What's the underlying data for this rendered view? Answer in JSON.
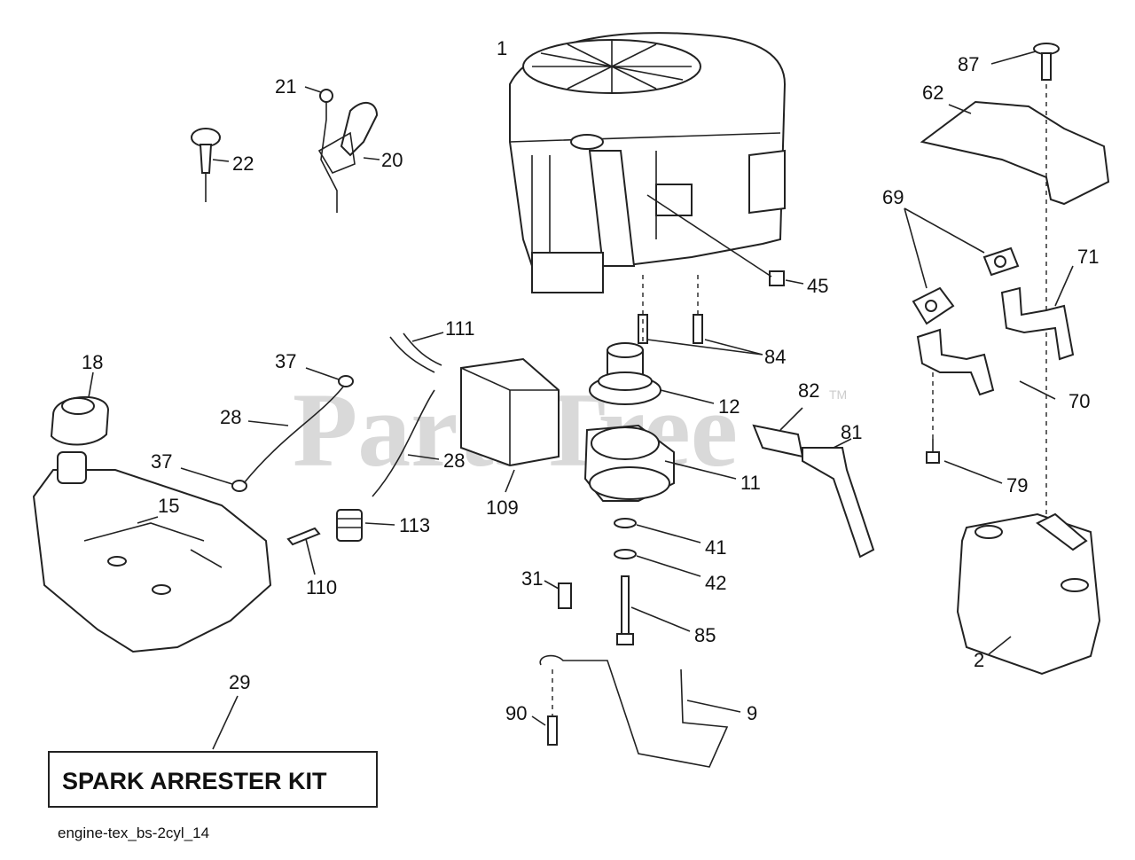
{
  "watermark": "PartsTree",
  "watermark_mark": "TM",
  "kit_label": "SPARK ARRESTER KIT",
  "footer": "engine-tex_bs-2cyl_14",
  "callouts": {
    "c1": "1",
    "c21": "21",
    "c22": "22",
    "c20": "20",
    "c45": "45",
    "c87": "87",
    "c62": "62",
    "c69": "69",
    "c71": "71",
    "c70": "70",
    "c79": "79",
    "c2": "2",
    "c111": "111",
    "c37a": "37",
    "c18": "18",
    "c28a": "28",
    "c37b": "37",
    "c15": "15",
    "c28b": "28",
    "c109": "109",
    "c113": "113",
    "c110": "110",
    "c12": "12",
    "c84": "84",
    "c82": "82",
    "c81": "81",
    "c11": "11",
    "c41": "41",
    "c42": "42",
    "c31": "31",
    "c85": "85",
    "c90": "90",
    "c9": "9",
    "c29": "29"
  }
}
